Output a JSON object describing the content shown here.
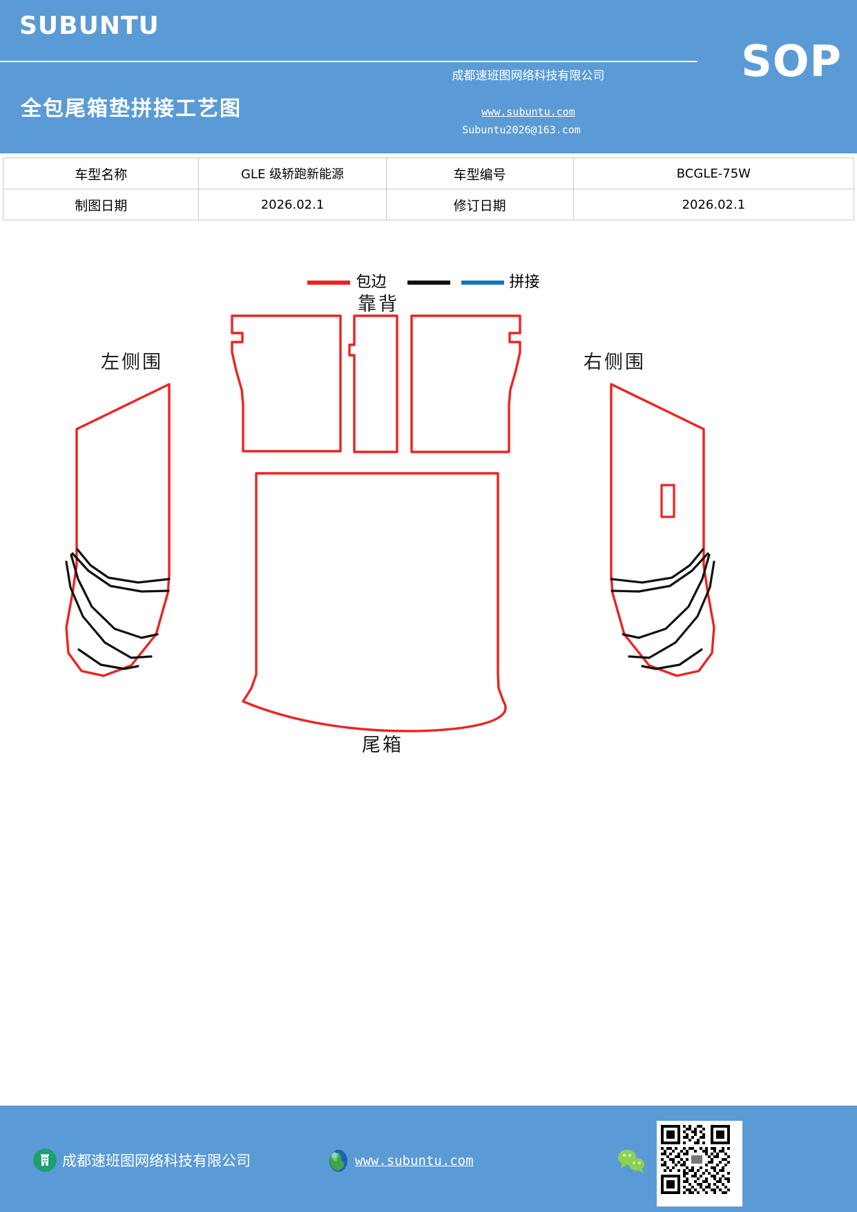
{
  "header": {
    "brand": "SUBUNTU",
    "doc_title": "全包尾箱垫拼接工艺图",
    "sop_badge": "SOP",
    "company": "成都速班图网络科技有限公司",
    "url": "www.subuntu.com",
    "email": "Subuntu2026@163.com",
    "bg_color": "#5b9bd5"
  },
  "info_table": {
    "rows": [
      {
        "label1": "车型名称",
        "value1": "GLE 级轿跑新能源",
        "label2": "车型编号",
        "value2": "BCGLE-75W"
      },
      {
        "label1": "制图日期",
        "value1": "2026.02.1",
        "label2": "修订日期",
        "value2": "2026.02.1"
      }
    ]
  },
  "legend": {
    "items": [
      {
        "label": "包边",
        "color": "#ee2222"
      },
      {
        "label": "",
        "color": "#111111"
      },
      {
        "label": "拼接",
        "color": "#1277bd"
      }
    ]
  },
  "drawing": {
    "part_labels": {
      "left_side": "左侧围",
      "backrest": "靠背",
      "right_side": "右侧围",
      "trunk": "尾箱"
    },
    "edge_color": "#ee2222",
    "seam_color": "#111111"
  },
  "footer": {
    "company": "成都速班图网络科技有限公司",
    "url": "www.subuntu.com",
    "bg_color": "#5b9bd5"
  }
}
